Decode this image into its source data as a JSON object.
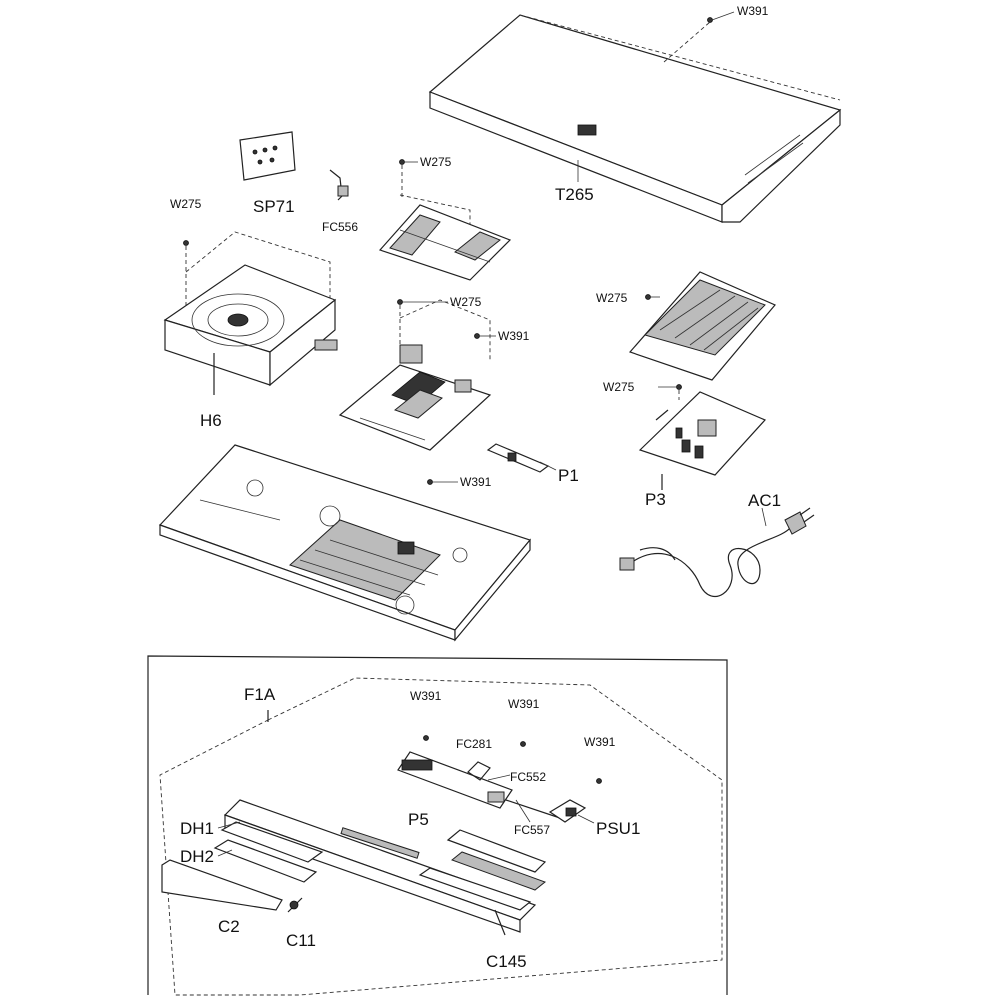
{
  "labels": {
    "w391_top": "W391",
    "t265": "T265",
    "sp71": "SP71",
    "fc556": "FC556",
    "w275_left": "W275",
    "w275_board": "W275",
    "h6": "H6",
    "w275_mid": "W275",
    "w391_mid": "W391",
    "w275_right": "W275",
    "w275_p3": "W275",
    "p1": "P1",
    "w391_chassis": "W391",
    "p3": "P3",
    "ac1": "AC1",
    "f1a": "F1A",
    "w391_f1": "W391",
    "w391_f2": "W391",
    "w391_f3": "W391",
    "fc281": "FC281",
    "fc552": "FC552",
    "p5": "P5",
    "fc557": "FC557",
    "psu1": "PSU1",
    "dh1": "DH1",
    "dh2": "DH2",
    "c2": "C2",
    "c11": "C11",
    "c145": "C145"
  }
}
